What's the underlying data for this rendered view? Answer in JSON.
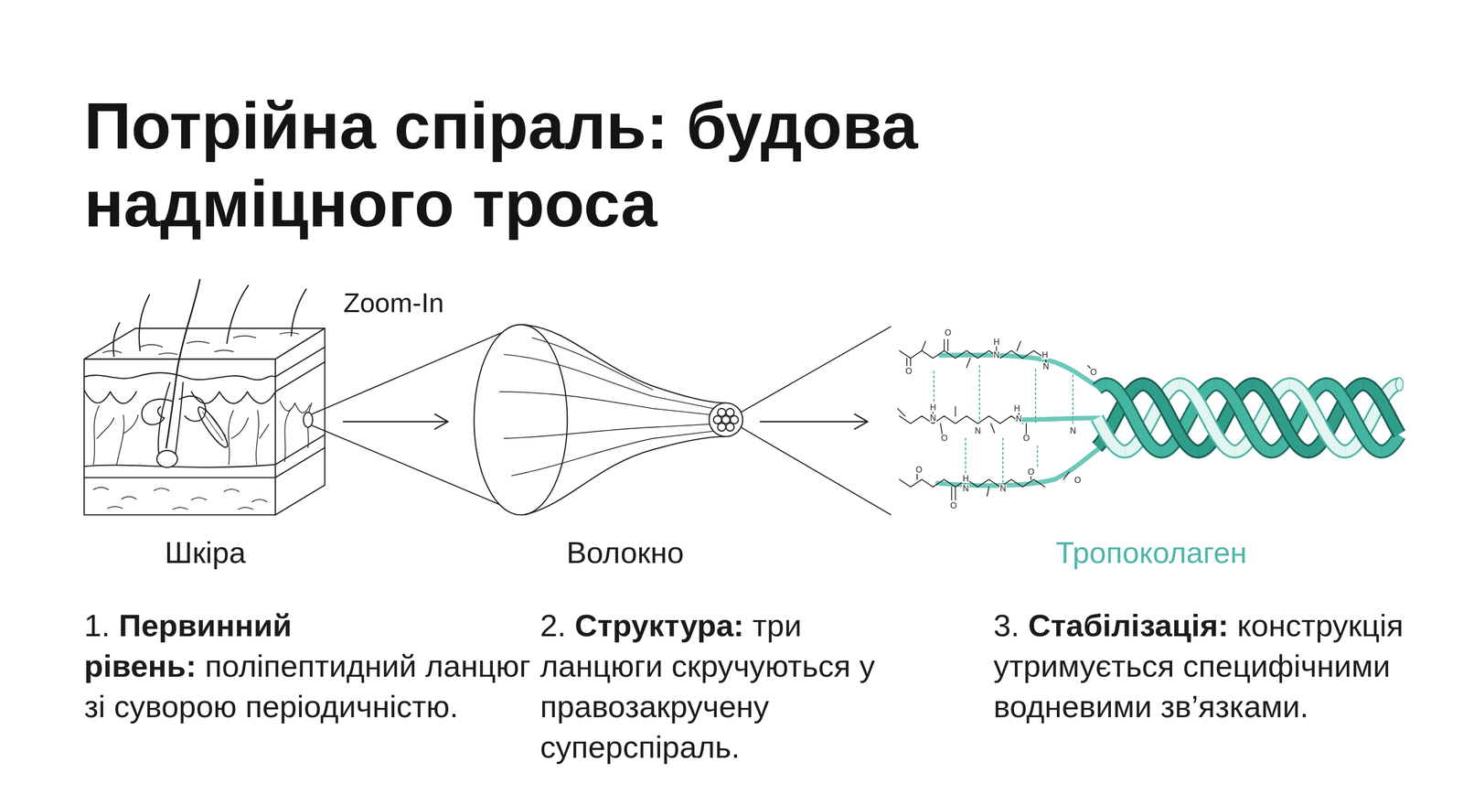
{
  "diagram": {
    "title": "Потрійна спіраль: будова надміцного троса",
    "labels": [
      "Zoom-In",
      "O",
      "O",
      "H",
      "N",
      "H",
      "N",
      "O",
      "H",
      "N",
      "O",
      "N",
      "H",
      "N",
      "O",
      "N",
      "O",
      "H",
      "N",
      "O",
      "N",
      "O",
      "O",
      "Шкіра",
      "Волокно",
      "Тропоколаген",
      "1.",
      "Первинний рівень:",
      "поліпептидний ланцюг зі суворою періодичністю.",
      "2.",
      "Структура:",
      "три ланцюги скручуються у правозакручену суперспіраль.",
      "3.",
      "Стабілізація:",
      "конструкція утримується специфічними водневими зв’язками."
    ]
  }
}
